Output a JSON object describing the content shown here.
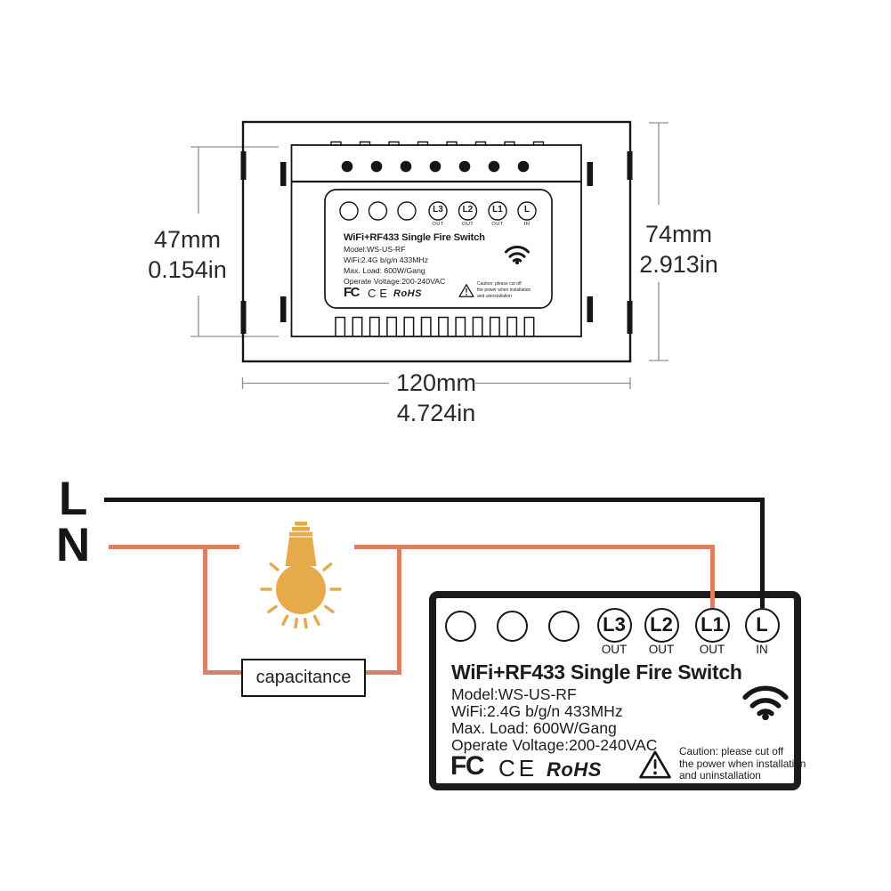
{
  "colors": {
    "live_wire": "#161616",
    "neutral_wire": "#DB8163",
    "bulb": "#E7AA4B",
    "dimension_line": "#8f8f8f"
  },
  "dimensions": {
    "device_height": {
      "mm": "47mm",
      "inch": "0.154in"
    },
    "frame_height": {
      "mm": "74mm",
      "inch": "2.913in"
    },
    "width": {
      "mm": "120mm",
      "inch": "4.724in"
    }
  },
  "device": {
    "title": "WiFi+RF433 Single Fire Switch",
    "terminals": [
      {
        "label": "L3",
        "sub": "OUT"
      },
      {
        "label": "L2",
        "sub": "OUT"
      },
      {
        "label": "L1",
        "sub": "OUT"
      },
      {
        "label": "L",
        "sub": "IN"
      }
    ],
    "specs": [
      "Model:WS-US-RF",
      "WiFi:2.4G b/g/n 433MHz",
      "Max. Load: 600W/Gang",
      "Operate Voltage:200-240VAC"
    ],
    "certifications": {
      "fcc": "FC",
      "ce": "CE",
      "rohs": "RoHS"
    },
    "caution": [
      "Caution: please cut off",
      "the power when installation",
      "and uninstallation"
    ]
  },
  "wiring": {
    "live_label": "L",
    "neutral_label": "N",
    "capacitor_label": "capacitance"
  }
}
